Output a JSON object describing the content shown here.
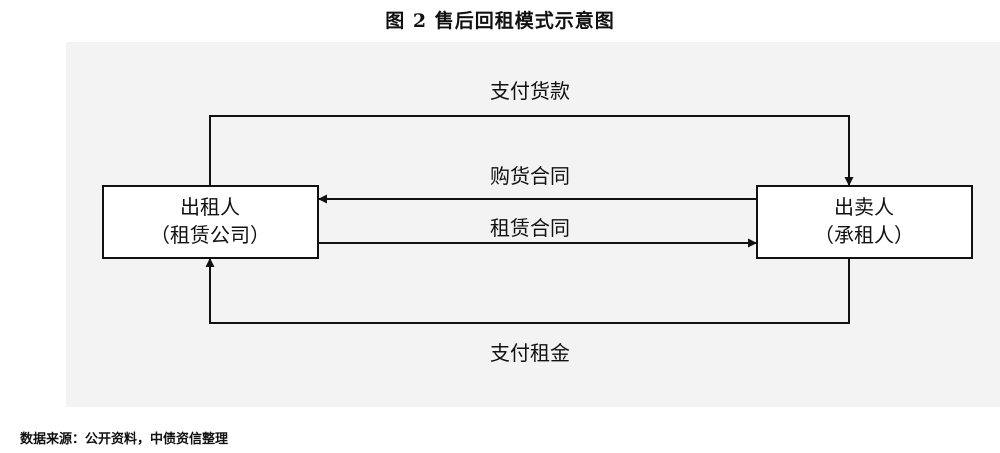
{
  "title": "图 2  售后回租模式示意图",
  "nodes": {
    "lessor": {
      "line1": "出租人",
      "line2": "（租赁公司）"
    },
    "seller": {
      "line1": "出卖人",
      "line2": "（承租人）"
    }
  },
  "edges": {
    "pay_goods": "支付货款",
    "purchase_contract": "购货合同",
    "lease_contract": "租赁合同",
    "pay_rent": "支付租金"
  },
  "source": "数据来源：公开资料，中债资信整理"
}
